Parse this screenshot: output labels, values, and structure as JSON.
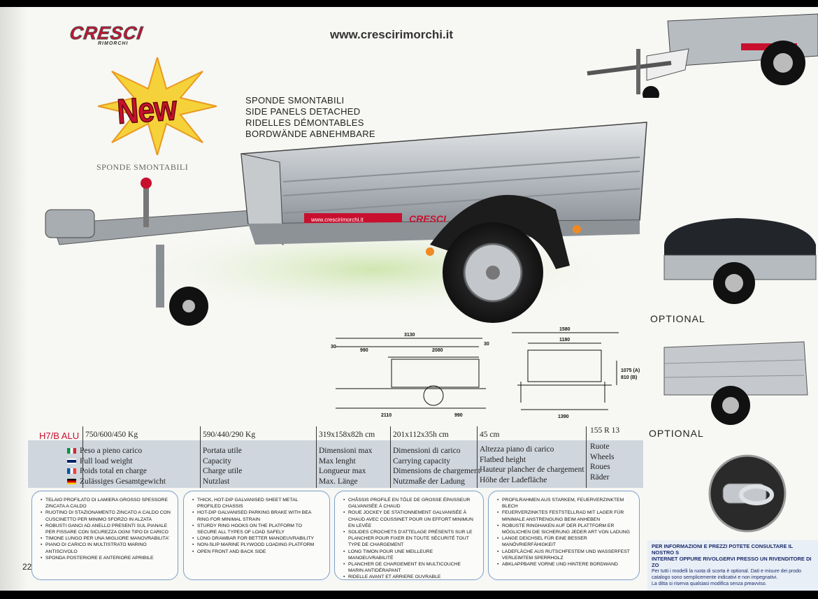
{
  "brand": {
    "name": "CRESCI",
    "sub": "RIMORCHI"
  },
  "url": "www.crescirimorchi.it",
  "badge": "New",
  "sponde_label": "SPONDE SMONTABILI",
  "features": [
    "SPONDE SMONTABILI",
    "SIDE PANELS DETACHED",
    "RIDELLES DÉMONTABLES",
    "BORDWÄNDE ABNEHMBARE"
  ],
  "trailer_panel_text": "www.crescirimorchi.it",
  "optional": [
    "OPTIONAL",
    "OPTIONAL"
  ],
  "drawing": {
    "side": {
      "total": "3130",
      "front": "990",
      "box": "2080",
      "left_edge": "30",
      "right_edge": "30",
      "base": "2110",
      "rear": "990"
    },
    "front": {
      "outer": "1580",
      "inner": "1180",
      "height_a": "1075 (A)",
      "height_b": "810 (B)",
      "track": "1390"
    }
  },
  "specs": {
    "model": "H7/B ALU",
    "load": "750/600/450 Kg",
    "capacity": "590/440/290 Kg",
    "dims_max": "319x158x82h cm",
    "dims_bed": "201x112x35h cm",
    "bed_height": "45 cm",
    "wheels": "155 R 13",
    "languages": [
      {
        "flag": "it",
        "load": "Peso a pieno carico",
        "cap": "Portata utile",
        "dmax": "Dimensioni max",
        "dbed": "Dimensioni di carico",
        "height": "Altezza piano di carico",
        "wheels": "Ruote"
      },
      {
        "flag": "gb",
        "load": "Full load weight",
        "cap": "Capacity",
        "dmax": "Max lenght",
        "dbed": "Carrying capacity",
        "height": "Flatbed height",
        "wheels": "Wheels"
      },
      {
        "flag": "fr",
        "load": "Poids total en charge",
        "cap": "Charge utile",
        "dmax": "Longueur max",
        "dbed": "Dimensions de chargement",
        "height": "Hauteur plancher de chargement",
        "wheels": "Roues"
      },
      {
        "flag": "de",
        "load": "Zulässiges Gesamtgewicht",
        "cap": "Nutzlast",
        "dmax": "Max. Länge",
        "dbed": "Nutzmaße der Ladung",
        "height": "Höhe der Ladefläche",
        "wheels": "Räder"
      }
    ]
  },
  "boxes": [
    [
      "Telaio profilato di lamiera grosso spessore zincata a caldo",
      "Ruotino di stazionamento zincato a caldo con cuscinetto per minimo sforzo in alzata",
      "Robusti ganci ad anello presenti sul pianale per fissare con sicurezza ogni tipo di carico",
      "Timone lungo per una migliore manovrabilita'",
      "Piano di carico in multistrato marino antiscivolo",
      "Sponda posteriore e anteriore apribile"
    ],
    [
      "Thick, hot-dip galvanised sheet metal profiled chassis",
      "Hot-dip galvanised parking brake with bea ring for minimal strain",
      "Sturdy ring hooks on the platform to secure all types of load safely",
      "Long drawbar for better manoeuvrability",
      "Non-slip marine plywood loading platform",
      "Open front and back side"
    ],
    [
      "Châssis profilé en tôle de grosse épaisseur galvanisée à chaud",
      "Roue jockey de stationnement galvanisée à chaud avec coussinet pour un effort minimun en levée",
      "Solides crochets d'attelage présents sur le plancher pour fixer en toute sécurité tout type de chargement",
      "Long timon pour une meilleure manoeuvrabilité",
      "Plancher de chargement en multicouche marin antidérapant",
      "Ridelle avant et arriere ouvrable"
    ],
    [
      "Profilrahmen aus starkem, feuerverzinktem blech",
      "Feuerverzinktes feststellrad mit lager für minimale anstrengung beim anheben",
      "Robuste ringhaken auf der plattform er möglichen die sicherung jeder art von ladung",
      "Lange deichsel für eine besser manövrierfähigkeit",
      "Ladefläche aus rutschfestem und wasserfest verleimtem sperrholz",
      "Abklappbare vorne und hintere bordwand"
    ]
  ],
  "page_number": "22",
  "info": {
    "line1": "PER INFORMAZIONI E PREZZI POTETE CONSULTARE IL NOSTRO S",
    "line2": "INTERNET OPPURE RIVOLGERVI PRESSO UN RIVENDITORE DI ZO",
    "line3": "Per tutti i modelli la ruota di scorta è optional. Dati e misure dei prodo",
    "line4": "catalogo sono semplicemente indicativi e non impegnativi.",
    "line5": "La ditta si riserva qualsiasi modifica senza preavviso."
  },
  "colors": {
    "brand_red": "#c8102e",
    "band": "#cfd6de",
    "box_border": "#7aa0c8",
    "star_yellow": "#f6d23a"
  }
}
